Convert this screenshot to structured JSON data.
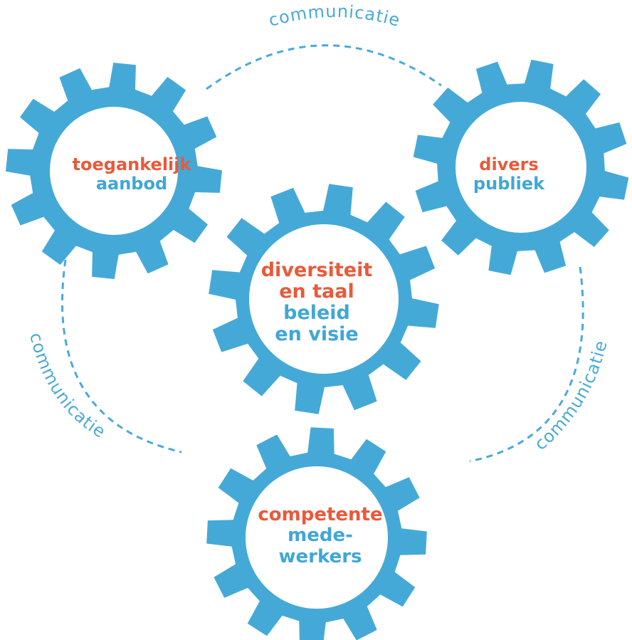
{
  "colors": {
    "gear": "#45a9d8",
    "red_text": "#e85a3a",
    "blue_text": "#3fa7d6",
    "dashed_arc": "#4aaad6"
  },
  "gears": {
    "toegankelijk_aanbod": {
      "line1": "toegankelijk",
      "line2": "aanbod"
    },
    "divers_publiek": {
      "line1": "divers",
      "line2": "publiek"
    },
    "diversiteit_beleid": {
      "line1": "diversiteit",
      "line2": "en taal",
      "line3": "beleid",
      "line4": "en visie"
    },
    "competente_medewerkers": {
      "line1": "competente",
      "line2": "mede-",
      "line3": "werkers"
    }
  },
  "connectors": {
    "top": "communicatie",
    "left": "communicatie",
    "right": "communicatie"
  }
}
